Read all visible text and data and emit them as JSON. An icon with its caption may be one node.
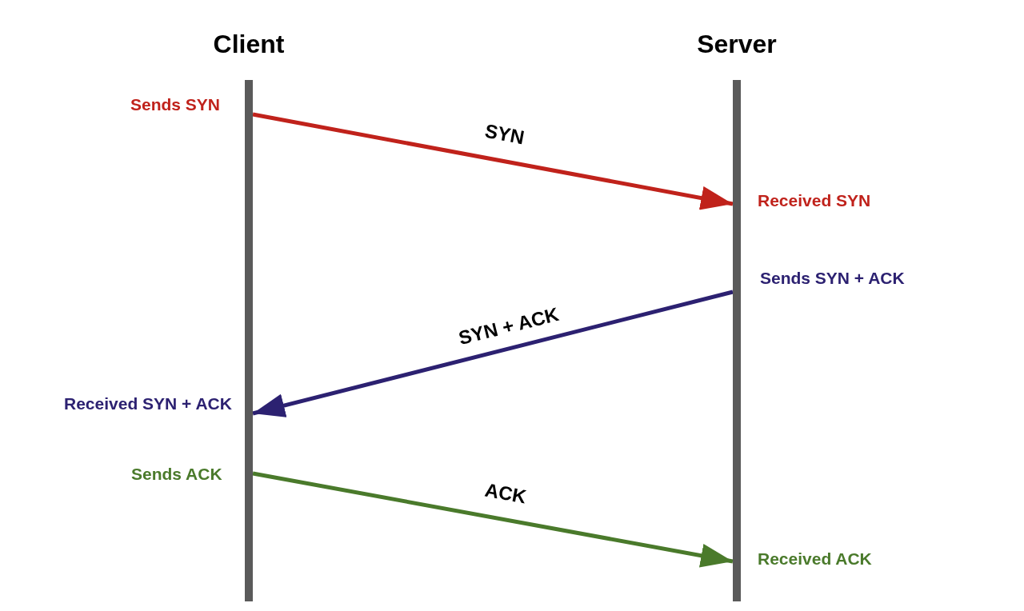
{
  "diagram": {
    "nodes": [
      {
        "text": [
          "Client"
        ]
      },
      {
        "text": [
          "Server"
        ]
      }
    ],
    "edges": [
      {
        "from": 0,
        "to": 1,
        "arrow": "to",
        "label": "SYN",
        "color": "#c0221b"
      },
      {
        "from": 1,
        "to": 0,
        "arrow": "to",
        "label": "SYN + ACK",
        "color": "#2c2171"
      },
      {
        "from": 0,
        "to": 1,
        "arrow": "to",
        "label": "ACK",
        "color": "#4a7a2b"
      }
    ],
    "labels": [
      "Sends SYN",
      "Received SYN",
      "Sends SYN + ACK",
      "Received SYN + ACK",
      "Sends ACK",
      "Received ACK"
    ]
  }
}
